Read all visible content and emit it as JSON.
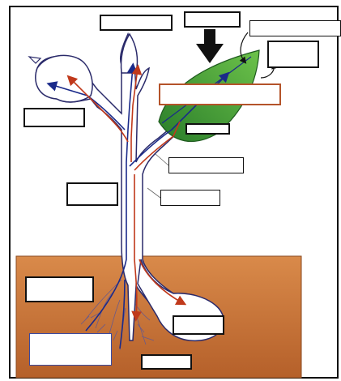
{
  "diagram": {
    "subject": "plant-transport",
    "colors": {
      "frame": "#111111",
      "soil_top": "#d98a4a",
      "soil_bottom": "#c46a2e",
      "leaf": "#3ea33a",
      "leaf_dark": "#2a7d2a",
      "xylem_arrow": "#1a2a8a",
      "phloem_arrow": "#c0391b",
      "sun_arrow": "#111111",
      "stem_fill": "#ffffff",
      "stem_outline": "#2a2a6a"
    },
    "label_boxes": [
      {
        "id": "top-left",
        "text": ""
      },
      {
        "id": "top-middle",
        "text": ""
      },
      {
        "id": "top-right",
        "text": ""
      },
      {
        "id": "right-upper",
        "text": ""
      },
      {
        "id": "leaf-orange",
        "text": ""
      },
      {
        "id": "flower-left",
        "text": ""
      },
      {
        "id": "leaf-small",
        "text": ""
      },
      {
        "id": "stem-right-1",
        "text": ""
      },
      {
        "id": "stem-left",
        "text": ""
      },
      {
        "id": "stem-right-2",
        "text": ""
      },
      {
        "id": "soil-left",
        "text": ""
      },
      {
        "id": "tuber",
        "text": ""
      },
      {
        "id": "root-left",
        "text": ""
      },
      {
        "id": "bottom-center",
        "text": ""
      }
    ]
  }
}
